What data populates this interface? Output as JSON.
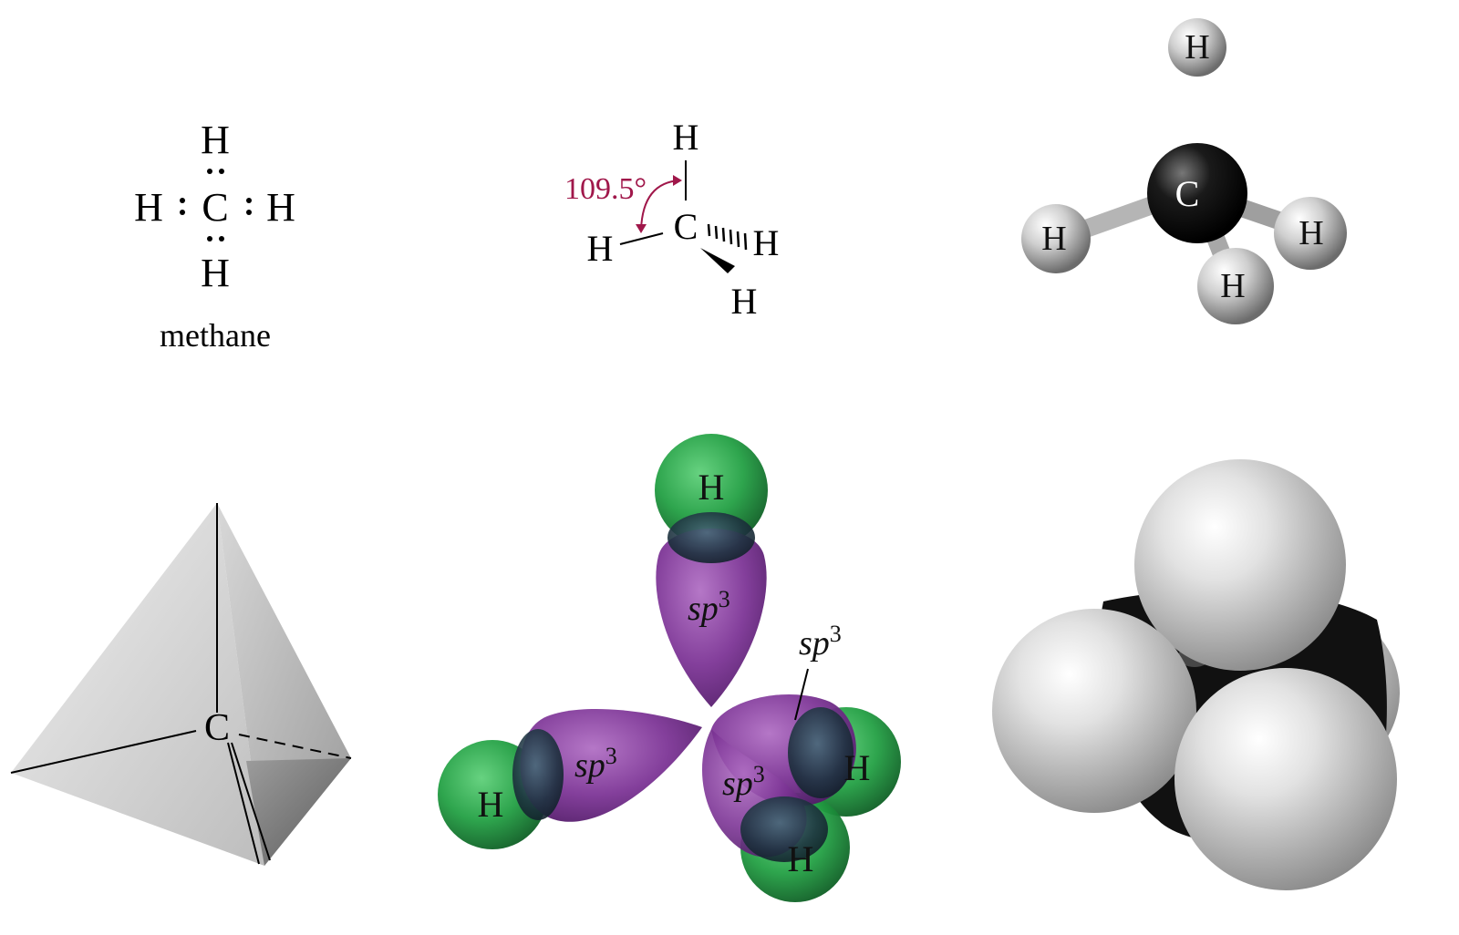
{
  "lewis": {
    "atom_h": "H",
    "atom_c": "C",
    "caption": "methane"
  },
  "wedge_dash": {
    "angle_label": "109.5°",
    "atom_c": "C",
    "atom_h": "H",
    "angle_color": "#a0174a"
  },
  "ball_stick": {
    "atom_c": "C",
    "atom_h": "H"
  },
  "tetrahedron": {
    "atom_c": "C"
  },
  "orbitals": {
    "orbital_prefix": "sp",
    "orbital_superscript": "3",
    "atom_h": "H",
    "orbital_color": "#7b2f95",
    "hydrogen_color": "#1f9a3c"
  },
  "space_filling": {
    "carbon_color": "#111111",
    "hydrogen_color": "#d8d8d8"
  }
}
